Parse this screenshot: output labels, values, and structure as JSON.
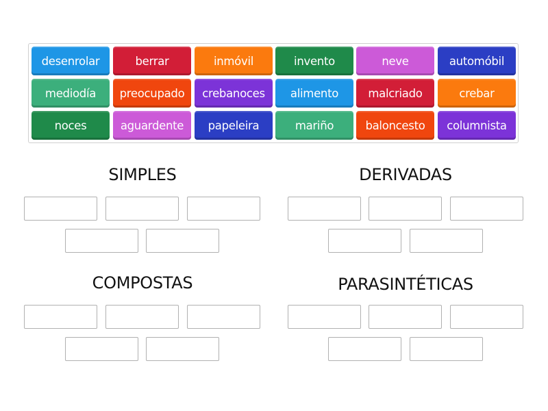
{
  "tiles": [
    {
      "label": "desenrolar",
      "color": "#1e96e6"
    },
    {
      "label": "berrar",
      "color": "#d21e37"
    },
    {
      "label": "inmóvil",
      "color": "#fb7a0e"
    },
    {
      "label": "invento",
      "color": "#1f8a4a"
    },
    {
      "label": "neve",
      "color": "#cc5ad8"
    },
    {
      "label": "automóbil",
      "color": "#2b3ec4"
    },
    {
      "label": "mediodía",
      "color": "#3caf7c"
    },
    {
      "label": "preocupado",
      "color": "#f0460e"
    },
    {
      "label": "crebanoces",
      "color": "#7c33d8"
    },
    {
      "label": "alimento",
      "color": "#1e96e6"
    },
    {
      "label": "malcriado",
      "color": "#d21e37"
    },
    {
      "label": "crebar",
      "color": "#fb7a0e"
    },
    {
      "label": "noces",
      "color": "#1f8a4a"
    },
    {
      "label": "aguardente",
      "color": "#cc5ad8"
    },
    {
      "label": "papeleira",
      "color": "#2b3ec4"
    },
    {
      "label": "mariño",
      "color": "#3caf7c"
    },
    {
      "label": "baloncesto",
      "color": "#f0460e"
    },
    {
      "label": "columnista",
      "color": "#7c33d8"
    }
  ],
  "groups": [
    {
      "title": "SIMPLES"
    },
    {
      "title": "DERIVADAS"
    },
    {
      "title": "COMPOSTAS"
    },
    {
      "title": "PARASINTÉTICAS"
    }
  ]
}
